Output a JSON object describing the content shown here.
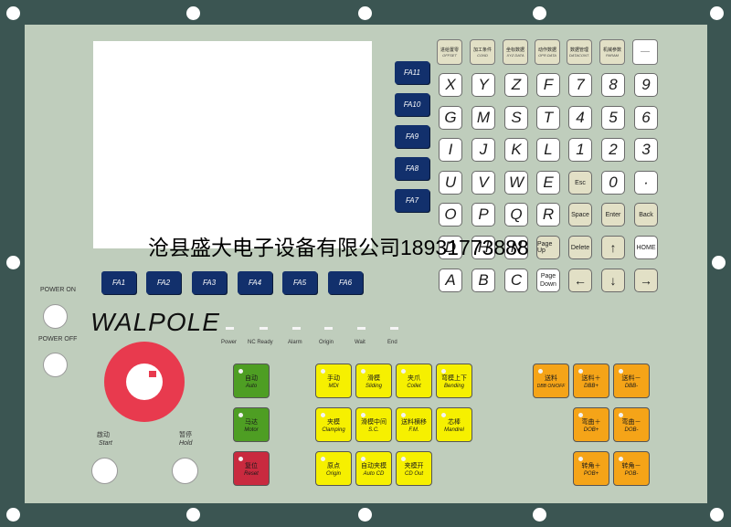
{
  "brand": "WALPOLE",
  "watermark": "沧县盛大电子设备有限公司18931773888",
  "colors": {
    "panel": "#3b5552",
    "face": "#bfcdbc",
    "fa_key": "#12306c",
    "green": "#4e9e23",
    "yellow": "#f6f000",
    "orange": "#f5a418",
    "red": "#c92a3f",
    "estop": "#e83a4e"
  },
  "fa_right": [
    "FA11",
    "FA10",
    "FA9",
    "FA8",
    "FA7"
  ],
  "fa_bottom": [
    "FA1",
    "FA2",
    "FA3",
    "FA4",
    "FA5",
    "FA6"
  ],
  "top_keys": [
    {
      "cn": "进给置零",
      "en": "OFFSET"
    },
    {
      "cn": "加工条件",
      "en": "COND"
    },
    {
      "cn": "坐标数据",
      "en": "XYZ DATA"
    },
    {
      "cn": "动作数据",
      "en": "OPR.DATA"
    },
    {
      "cn": "数据管理",
      "en": "DATACONT."
    },
    {
      "cn": "机械参数",
      "en": "PARAM"
    },
    {
      "cn": "——",
      "en": ""
    }
  ],
  "key_rows": [
    [
      "X",
      "Y",
      "Z",
      "F",
      "7",
      "8",
      "9"
    ],
    [
      "G",
      "M",
      "S",
      "T",
      "4",
      "5",
      "6"
    ],
    [
      "I",
      "J",
      "K",
      "L",
      "1",
      "2",
      "3"
    ],
    [
      "U",
      "V",
      "W",
      "E",
      "Esc",
      "0",
      "·"
    ],
    [
      "O",
      "P",
      "Q",
      "R",
      "Space",
      "Enter",
      "Back"
    ],
    [
      "D",
      "H",
      "N",
      "Page Up",
      "Delete",
      "↑",
      "HOME"
    ],
    [
      "A",
      "B",
      "C",
      "Page Down",
      "←",
      "↓",
      "→"
    ]
  ],
  "power_on": "POWER ON",
  "power_off": "POWER OFF",
  "status_lights": [
    "Power",
    "NC Ready",
    "Alarm",
    "Origin",
    "Wait",
    "End"
  ],
  "start": {
    "cn": "啟动",
    "en": "Start"
  },
  "hold": {
    "cn": "暂停",
    "en": "Hold"
  },
  "mode_buttons": [
    {
      "cn": "自动",
      "en": "Auto",
      "color": "green"
    },
    {
      "cn": "马达",
      "en": "Motor",
      "color": "green"
    },
    {
      "cn": "复位",
      "en": "Reset",
      "color": "red"
    }
  ],
  "yellow_buttons": [
    {
      "cn": "手动",
      "en": "MDI"
    },
    {
      "cn": "滑模",
      "en": "Sliding"
    },
    {
      "cn": "夹爪",
      "en": "Collet"
    },
    {
      "cn": "弯模上下",
      "en": "Bending"
    },
    {
      "cn": "夹模",
      "en": "Clamping"
    },
    {
      "cn": "滑模中间",
      "en": "S.C."
    },
    {
      "cn": "送料横移",
      "en": "F.M."
    },
    {
      "cn": "芯棒",
      "en": "Mandrel"
    },
    {
      "cn": "原点",
      "en": "Origin"
    },
    {
      "cn": "自动夹模",
      "en": "Auto CD"
    },
    {
      "cn": "夹模开",
      "en": "CD Out"
    }
  ],
  "orange_buttons": [
    {
      "cn": "送料",
      "en": "DBB ON/OFF"
    },
    {
      "cn": "送料＋",
      "en": "DBB+"
    },
    {
      "cn": "送料－",
      "en": "DBB-"
    },
    {
      "cn": "弯曲＋",
      "en": "DOB+"
    },
    {
      "cn": "弯曲－",
      "en": "DOB-"
    },
    {
      "cn": "转角＋",
      "en": "POB+"
    },
    {
      "cn": "转角－",
      "en": "POB-"
    }
  ]
}
